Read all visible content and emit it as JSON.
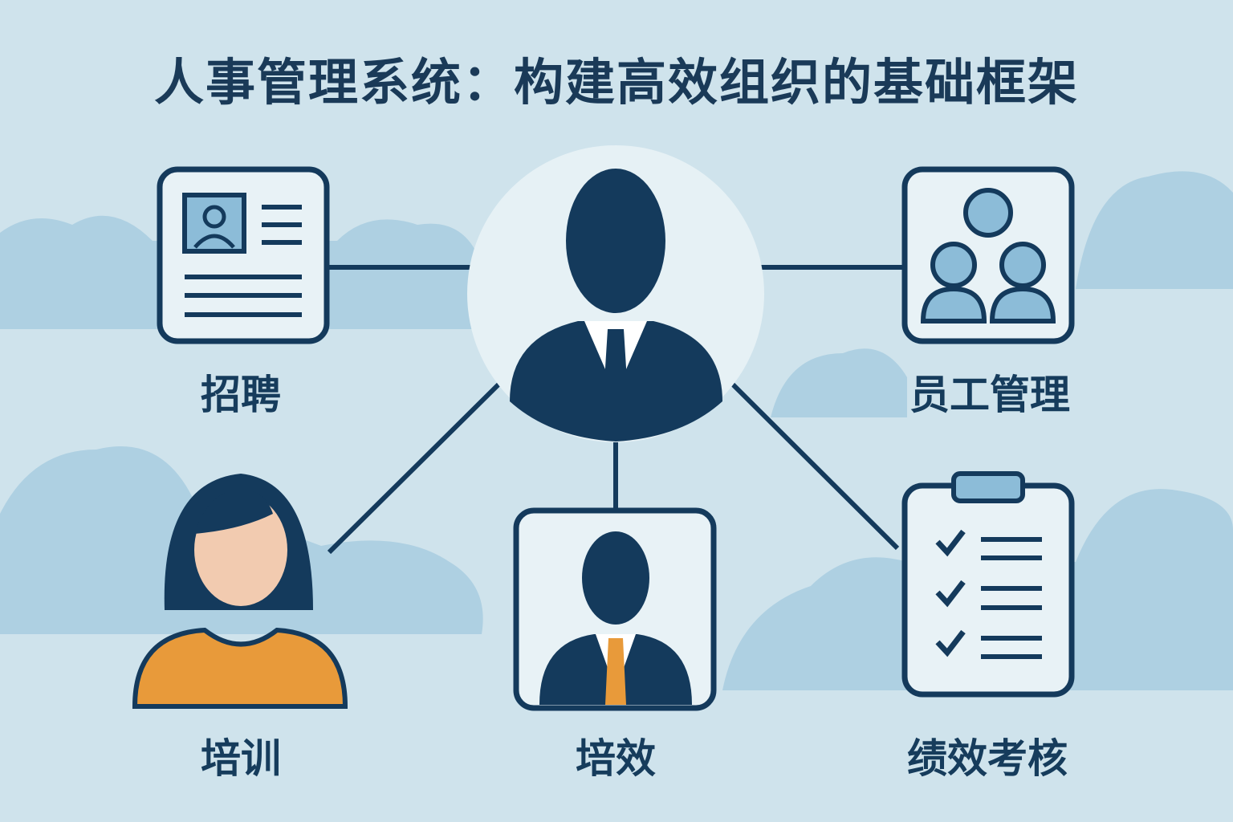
{
  "title": "人事管理系统：构建高效组织的基础框架",
  "nodes": {
    "recruitment": "招聘",
    "employee_management": "员工管理",
    "training": "培训",
    "performance_center": "培效",
    "performance_review": "绩效考核"
  },
  "colors": {
    "navy": "#143a5c",
    "background": "#cfe3ec",
    "cloud": "#a9cde0",
    "orange": "#e89a3a",
    "skin": "#f2cbb0"
  }
}
